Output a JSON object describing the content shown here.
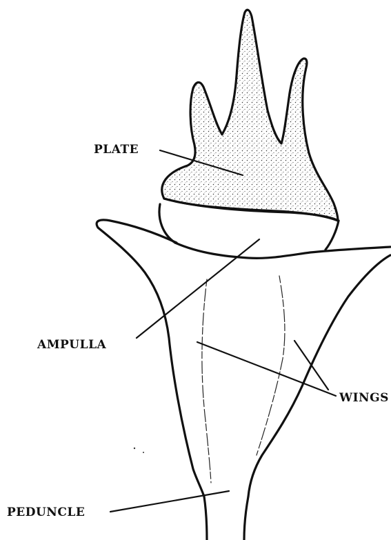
{
  "labels": {
    "plate": "PLATE",
    "ampulla": "AMPULLA",
    "wings": "WINGS",
    "peduncle": "PEDUNCLE"
  },
  "colors": {
    "ink": "#111111",
    "background": "#ffffff"
  }
}
